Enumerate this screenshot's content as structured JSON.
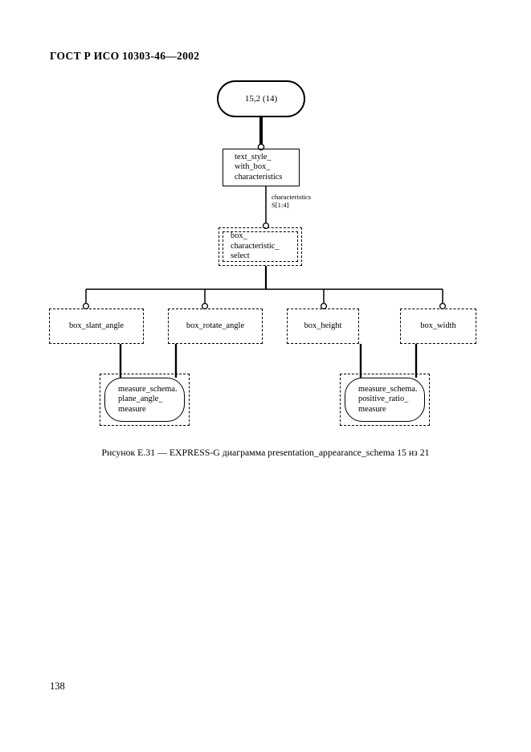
{
  "document": {
    "header": "ГОСТ Р ИСО 10303-46—2002",
    "page_number": "138",
    "figure_caption": "Рисунок Е.31 — EXPRESS-G диаграмма presentation_appearance_schema 15 из 21"
  },
  "diagram": {
    "type": "EXPRESS-G",
    "nodes": {
      "page_ref": {
        "label": "15,2 (14)"
      },
      "text_style": {
        "label": "text_style_\nwith_box_\ncharacteristics"
      },
      "box_characteristic_select": {
        "label": "box_\ncharacteristic_\nselect"
      },
      "box_slant_angle": {
        "label": "box_slant_angle"
      },
      "box_rotate_angle": {
        "label": "box_rotate_angle"
      },
      "box_height": {
        "label": "box_height"
      },
      "box_width": {
        "label": "box_width"
      },
      "plane_angle_measure": {
        "label": "measure_schema.\nplane_angle_\nmeasure"
      },
      "positive_ratio_measure": {
        "label": "measure_schema.\npositive_ratio_\nmeasure"
      }
    },
    "edges": {
      "characteristics": {
        "label": "characteristics\nS[1:4]"
      }
    },
    "colors": {
      "stroke": "#000000",
      "background": "#ffffff"
    }
  }
}
